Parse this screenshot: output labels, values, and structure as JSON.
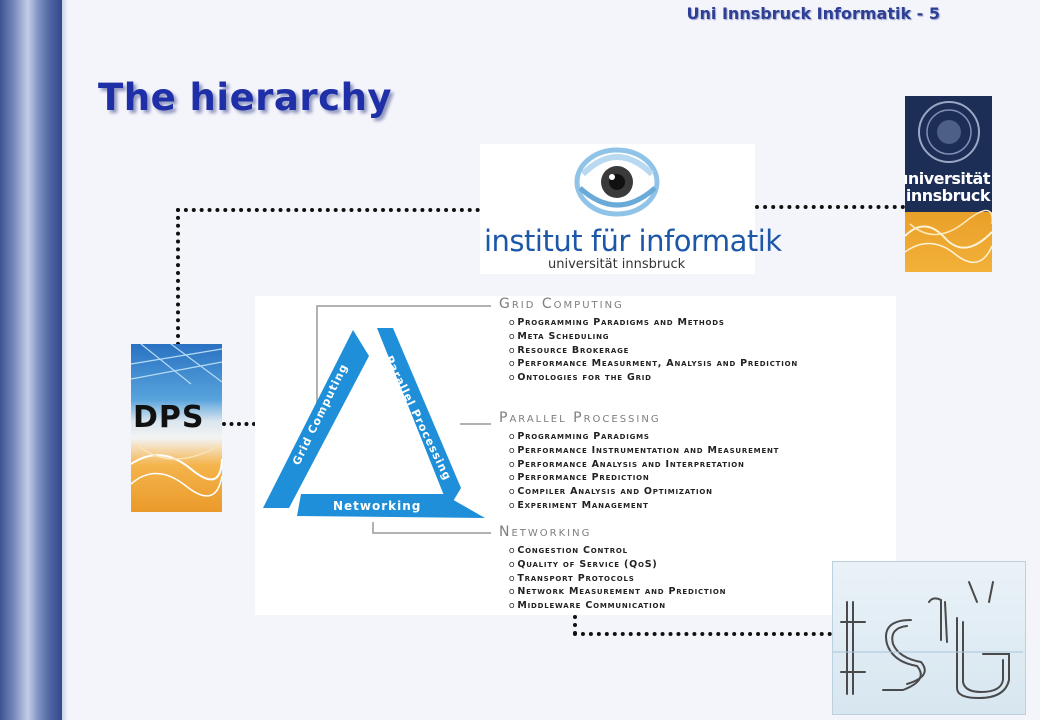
{
  "header": {
    "text": "Uni Innsbruck Informatik - 5"
  },
  "slide": {
    "title": "The hierarchy"
  },
  "logos": {
    "ifi": {
      "name": "institut für informatik",
      "subtitle": "universität innsbruck"
    },
    "uibk": {
      "line1": "universität",
      "line2": "innsbruck"
    },
    "dps": {
      "text": "DPS"
    },
    "isg": {
      "text": "ISG"
    }
  },
  "diagram": {
    "triangle_labels": {
      "left": "Grid Computing",
      "right": "Parallel Processing",
      "bottom": "Networking"
    },
    "sections": [
      {
        "title": "Grid Computing",
        "items": [
          "Programming Paradigms and Methods",
          "Meta Scheduling",
          "Resource Brokerage",
          "Performance Measurment, Analysis and Prediction",
          "Ontologies for the Grid"
        ]
      },
      {
        "title": "Parallel Processing",
        "items": [
          "Programming Paradigms",
          "Performance Instrumentation and Measurement",
          "Performance Analysis and Interpretation",
          "Performance Prediction",
          "Compiler Analysis and Optimization",
          "Experiment Management"
        ]
      },
      {
        "title": "Networking",
        "items": [
          "Congestion Control",
          "Quality of Service (QoS)",
          "Transport Protocols",
          "Network Measurement and Prediction",
          "Middleware Communication"
        ]
      }
    ]
  },
  "colors": {
    "title": "#1f2fa8",
    "header": "#2e3f96",
    "triangle": "#1e8fd8",
    "connector": "#111111"
  }
}
